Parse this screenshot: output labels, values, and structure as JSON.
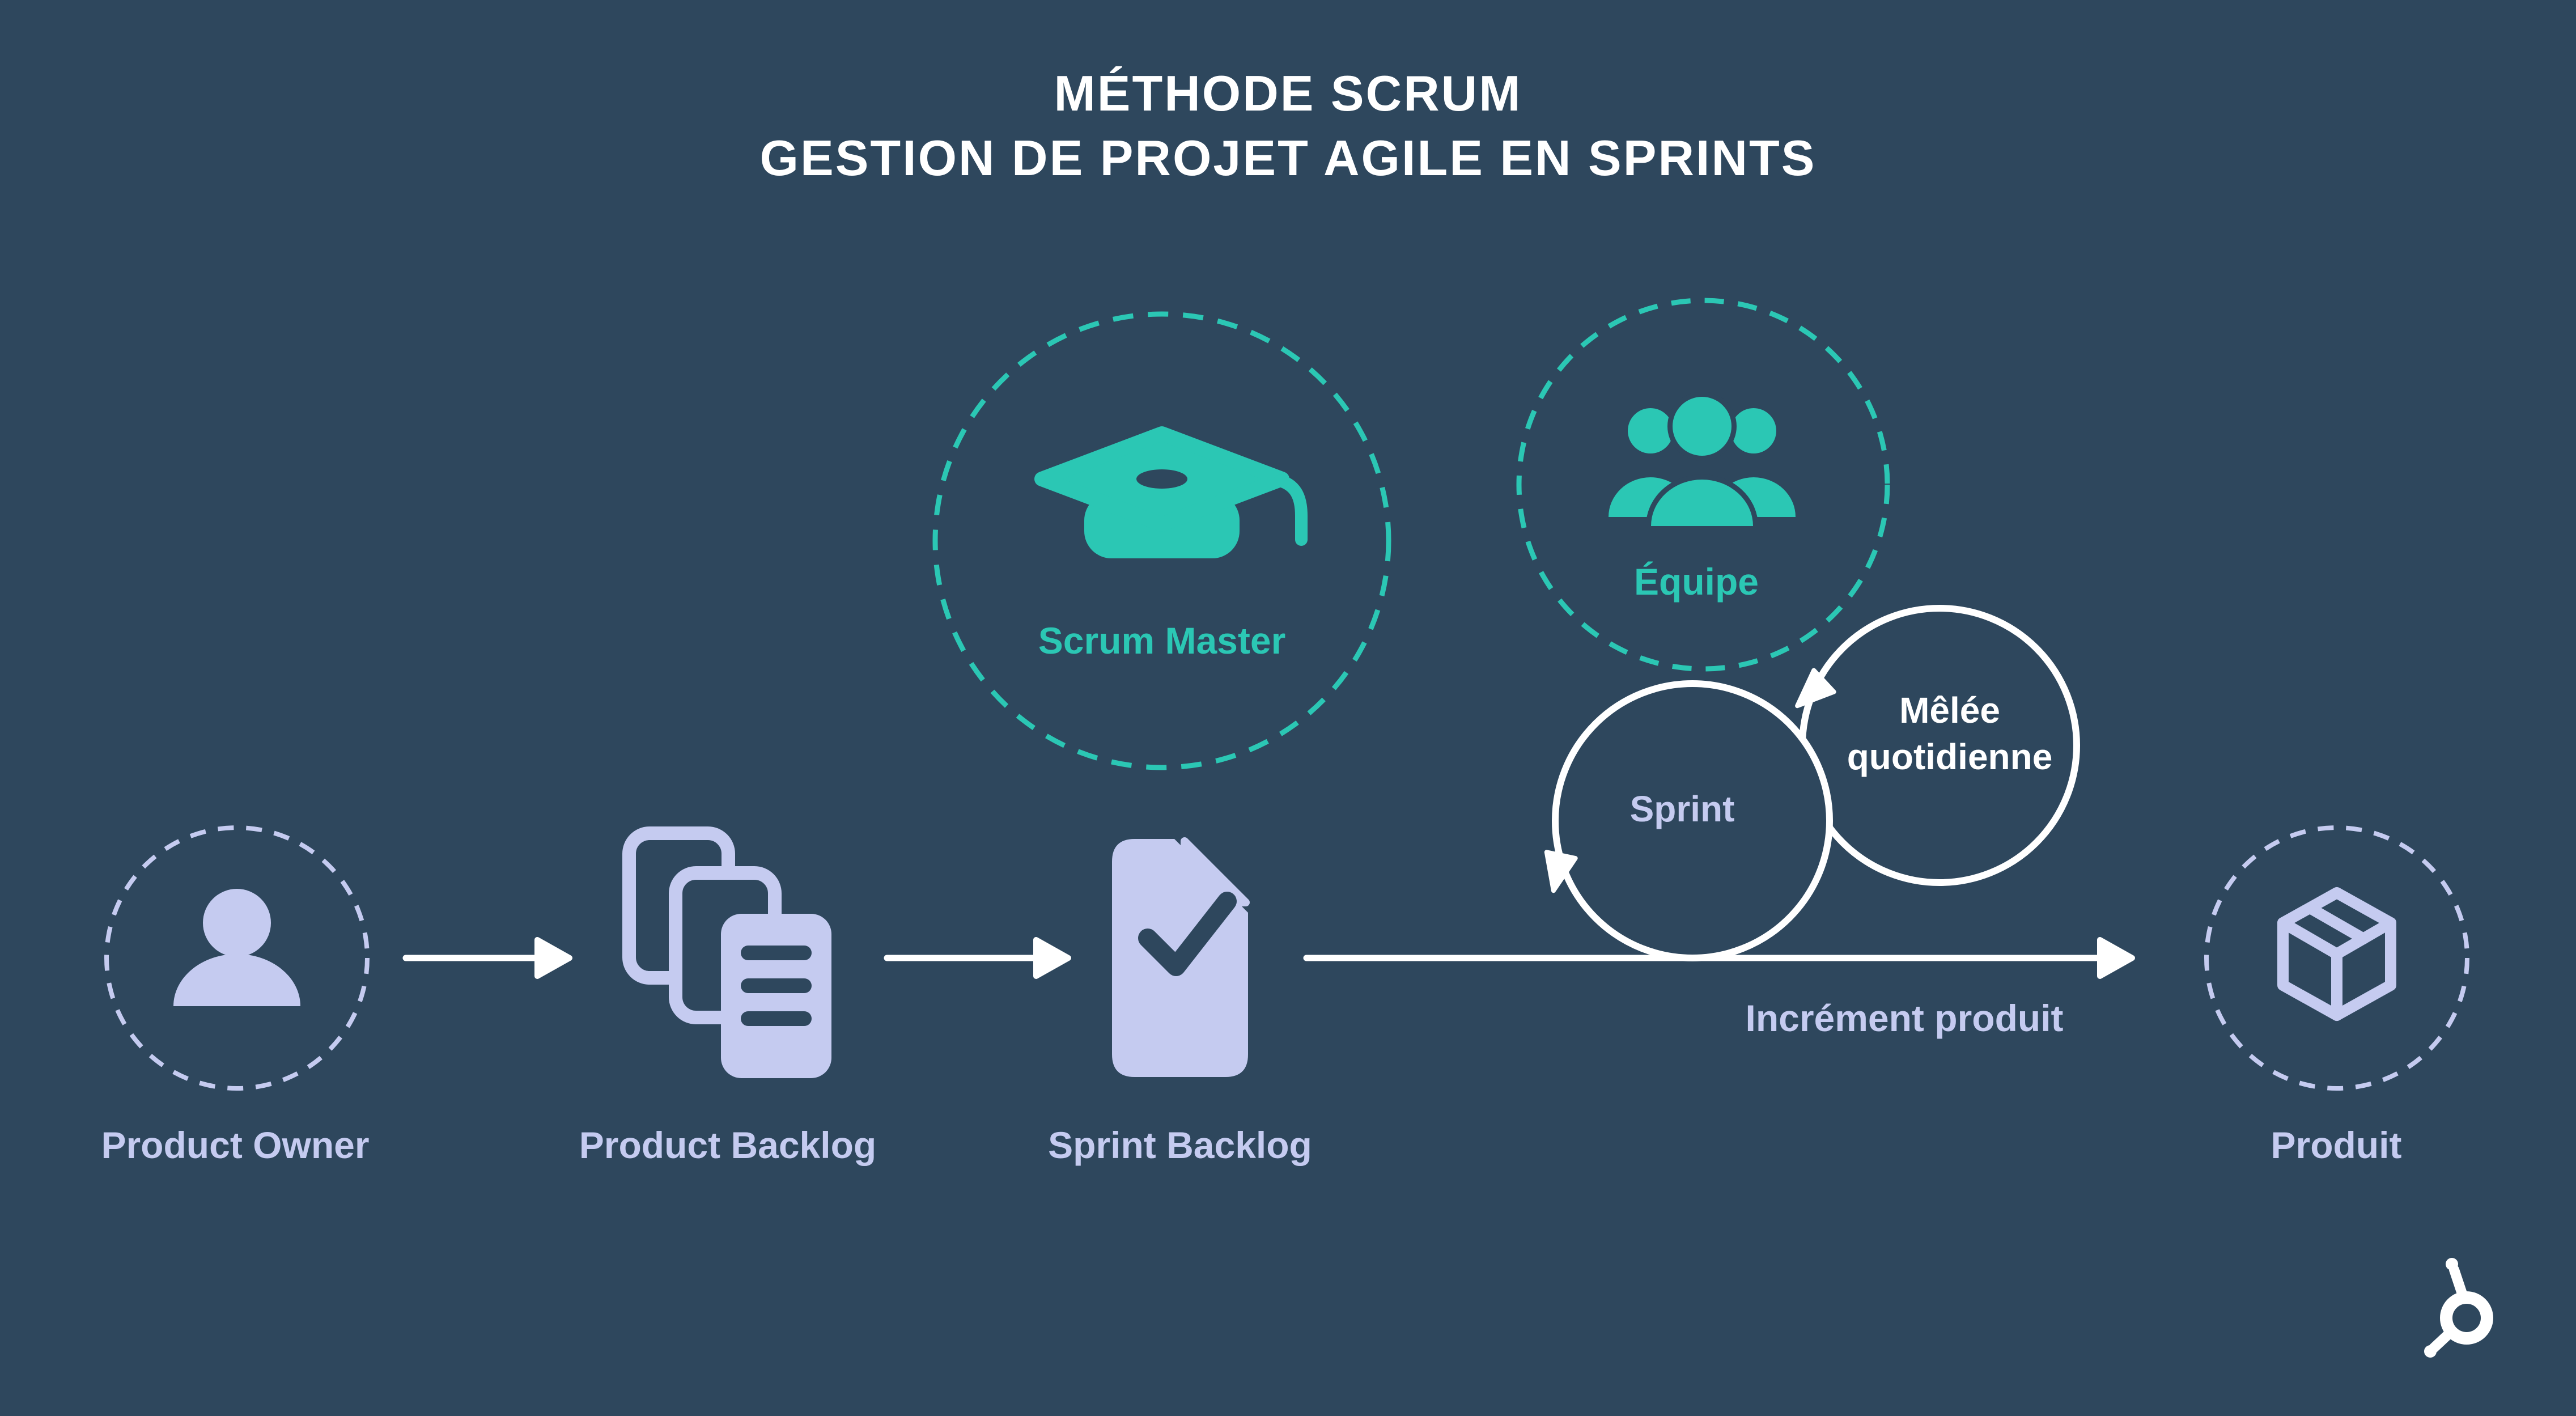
{
  "title": {
    "line1": "MÉTHODE SCRUM",
    "line2": "GESTION DE PROJET AGILE EN SPRINTS"
  },
  "colors": {
    "background": "#2e475d",
    "teal": "#2bc7b4",
    "lavender": "#c5cbf0",
    "white": "#ffffff"
  },
  "nodes": {
    "scrum_master": {
      "label": "Scrum Master",
      "icon": "graduation-cap-icon"
    },
    "equipe": {
      "label": "Équipe",
      "icon": "team-icon"
    },
    "sprint": {
      "label": "Sprint",
      "icon": "sprint-loop-circle"
    },
    "melee": {
      "label_line1": "Mêlée",
      "label_line2": "quotidienne",
      "icon": "daily-loop-circle"
    },
    "product_owner": {
      "label": "Product Owner",
      "icon": "person-icon"
    },
    "product_backlog": {
      "label": "Product Backlog",
      "icon": "documents-icon"
    },
    "sprint_backlog": {
      "label": "Sprint Backlog",
      "icon": "checked-document-icon"
    },
    "increment": {
      "label": "Incrément produit"
    },
    "produit": {
      "label": "Produit",
      "icon": "package-icon"
    }
  },
  "branding": {
    "logo": "hubspot-logo"
  }
}
